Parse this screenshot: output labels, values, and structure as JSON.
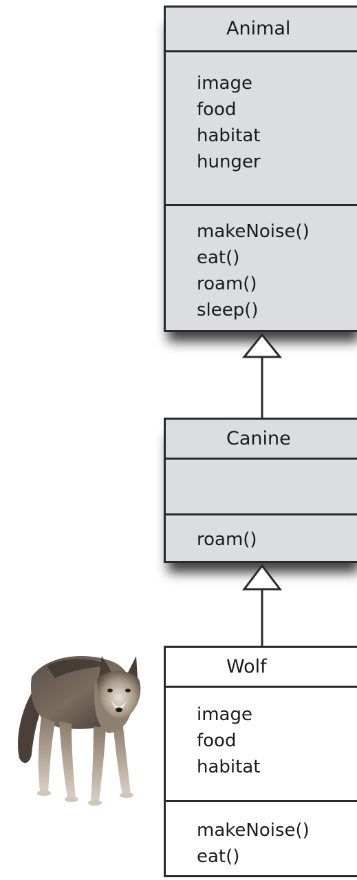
{
  "classes": {
    "animal": {
      "name": "Animal",
      "attributes": [
        "image",
        "food",
        "habitat",
        "hunger"
      ],
      "methods": [
        "makeNoise()",
        "eat()",
        "roam()",
        "sleep()"
      ]
    },
    "canine": {
      "name": "Canine",
      "attributes": [],
      "methods": [
        "roam()"
      ]
    },
    "wolf": {
      "name": "Wolf",
      "attributes": [
        "image",
        "food",
        "habitat"
      ],
      "methods": [
        "makeNoise()",
        "eat()"
      ]
    }
  },
  "relations": [
    {
      "from": "Canine",
      "to": "Animal",
      "type": "inheritance"
    },
    {
      "from": "Wolf",
      "to": "Canine",
      "type": "inheritance"
    }
  ],
  "colors": {
    "abstract_fill": "#dcdde1",
    "concrete_fill": "#ffffff",
    "stroke": "#2a2a2a"
  },
  "illustration": {
    "subject": "wolf-photo"
  }
}
